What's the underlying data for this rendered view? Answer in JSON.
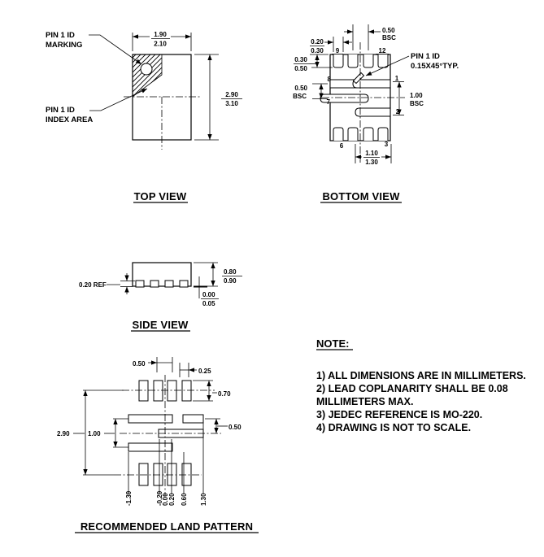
{
  "drawing": {
    "top_view": {
      "title": "TOP VIEW",
      "pin1_marking_label": [
        "PIN 1 ID",
        "MARKING"
      ],
      "pin1_index_label": [
        "PIN 1 ID",
        "INDEX AREA"
      ],
      "dims": {
        "body_width": {
          "min": "1.90",
          "max": "2.10"
        },
        "body_height": {
          "min": "2.90",
          "max": "3.10"
        }
      }
    },
    "bottom_view": {
      "title": "BOTTOM VIEW",
      "pin1_id_label": [
        "PIN 1 ID",
        "0.15X45°TYP."
      ],
      "pin_numbers": {
        "top_left": "9",
        "top_right": "12",
        "left_upper": "8",
        "left_lower": "7",
        "right_upper": "1",
        "right_lower": "2",
        "bottom_left": "6",
        "bottom_right": "3"
      },
      "dims": {
        "lead_pitch": {
          "value": "0.50",
          "suffix": "BSC"
        },
        "lead_width": {
          "min": "0.20",
          "max": "0.30"
        },
        "lead_length": {
          "min": "0.30",
          "max": "0.50"
        },
        "side_pitch_left": {
          "value": "0.50",
          "suffix": "BSC"
        },
        "side_pitch_right": {
          "value": "1.00",
          "suffix": "BSC"
        },
        "pad_length": {
          "min": "1.10",
          "max": "1.30"
        }
      }
    },
    "side_view": {
      "title": "SIDE VIEW",
      "dims": {
        "lead_thickness": "0.20 REF",
        "body_height": {
          "min": "0.80",
          "max": "0.90"
        },
        "standoff": {
          "min": "0.00",
          "max": "0.05"
        }
      }
    },
    "land_pattern": {
      "title": "RECOMMENDED LAND PATTERN",
      "dims": {
        "pad_pitch": "0.50",
        "pad_width": "0.25",
        "pad_height": "0.70",
        "side_row_offset": "0.50",
        "overall_height": "2.90",
        "side_pad_pitch": "1.00",
        "x_coordinates": [
          "-1.30",
          "-0.20",
          "0.00",
          "0.20",
          "0.60",
          "1.30"
        ]
      }
    },
    "note": {
      "heading": "NOTE:",
      "lines": [
        "1) ALL DIMENSIONS ARE IN MILLIMETERS.",
        "2) LEAD COPLANARITY SHALL BE 0.08",
        "MILLIMETERS MAX.",
        "3) JEDEC REFERENCE IS MO-220.",
        "4) DRAWING IS NOT TO SCALE."
      ]
    }
  }
}
